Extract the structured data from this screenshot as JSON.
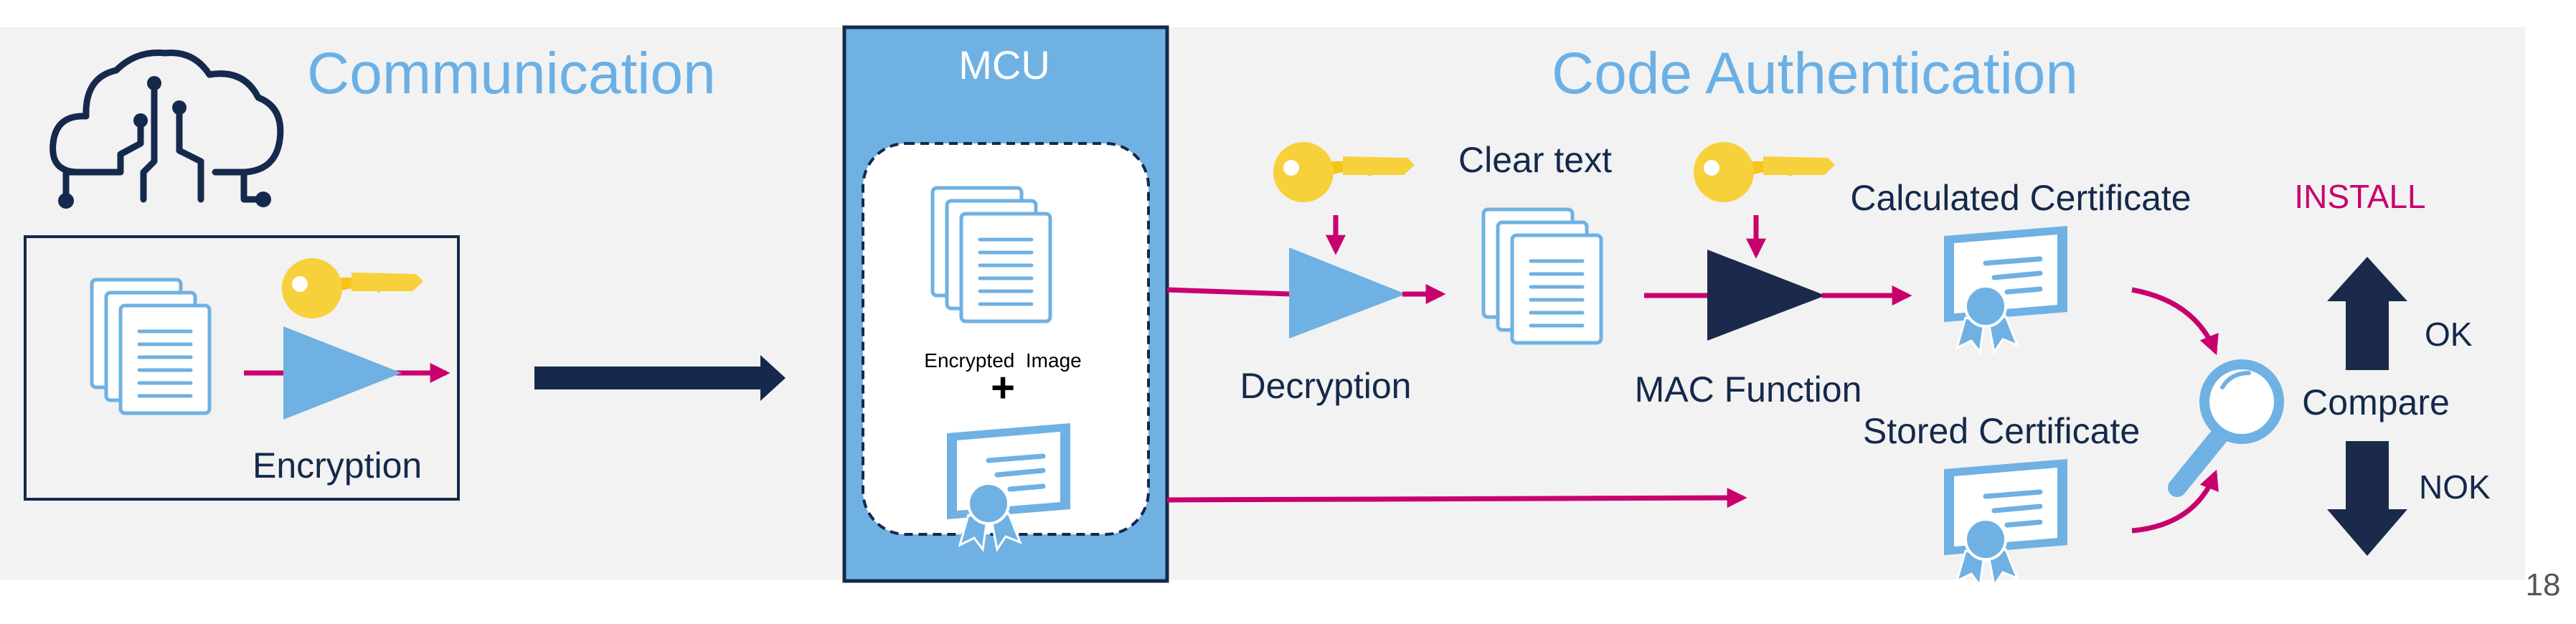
{
  "slide": {
    "page_number": "18",
    "colors": {
      "background": "#f2f2f2",
      "accent_blue": "#6fb1e3",
      "navy": "#14294b",
      "magenta": "#c8006e",
      "key_yellow": "#f7d13c",
      "light_blue_text": "#6ab0e6"
    }
  },
  "communication": {
    "title": "Communication",
    "encryption_label": "Encryption",
    "icons": [
      "cloud-circuit-icon",
      "documents-icon",
      "key-icon",
      "triangle-function-icon",
      "arrow-right-icon"
    ]
  },
  "mcu": {
    "title": "MCU",
    "encrypted_image_label": "Encrypted  Image",
    "plus": "+",
    "icons": [
      "documents-icon",
      "certificate-icon"
    ]
  },
  "code_auth": {
    "title": "Code Authentication",
    "decryption_label": "Decryption",
    "clear_text_label": "Clear text",
    "mac_label": "MAC Function",
    "calc_cert_label": "Calculated Certificate",
    "stored_cert_label": "Stored Certificate",
    "compare_label": "Compare",
    "install_label": "INSTALL",
    "ok_label": "OK",
    "nok_label": "NOK",
    "icons": [
      "key-icon",
      "triangle-function-icon",
      "documents-icon",
      "certificate-icon",
      "magnifier-icon",
      "arrow-up-icon",
      "arrow-down-icon"
    ]
  }
}
